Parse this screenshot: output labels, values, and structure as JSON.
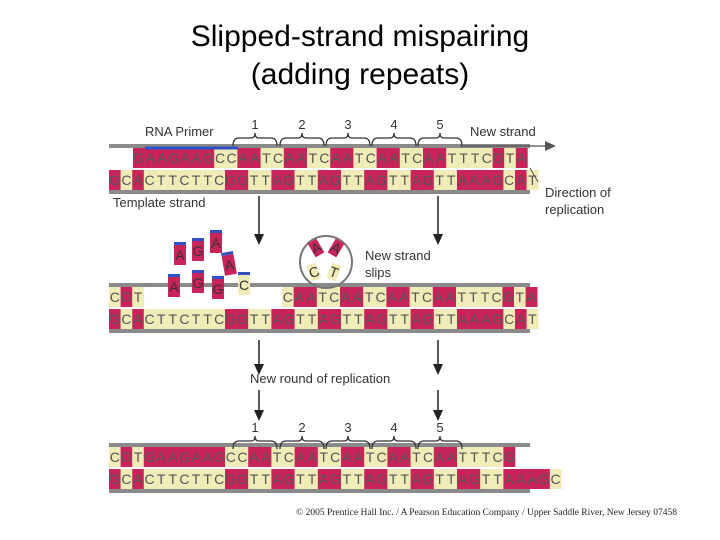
{
  "title": {
    "line1": "Slipped-strand mispairing",
    "line2": "(adding repeats)"
  },
  "labels": {
    "rna_primer": "RNA Primer",
    "new_strand": "New strand",
    "template_strand": "Template strand",
    "direction_line1": "Direction of",
    "direction_line2": "replication",
    "slips_line1": "New strand",
    "slips_line2": "slips",
    "new_round": "New round of replication"
  },
  "repeat_numbers": [
    "1",
    "2",
    "3",
    "4",
    "5"
  ],
  "panels": [
    {
      "name": "panel-1",
      "top": "GAAGAAGCCAATCAATCAATCAATCAATTTCGTA",
      "bottom": "GCACTTCTTCGGTTAGTTAGTTAGTTAGTTAAAGCAT"
    },
    {
      "name": "panel-2",
      "top": "CGT",
      "top_right": "CAATCAATCAATCAATTTCGTA",
      "bottom": "GCACTTCTTCGGTTAGTTAGTTAGTTAGTTAAAGCAT"
    },
    {
      "name": "panel-3",
      "top": "CGTGAAGAAGCCAATCAATCAATCAATCAATTTCG",
      "bottom": "GCACTTCTTCGGTTAGTTAGTTAGTTAGTTAGTTAAAGC"
    }
  ],
  "free_bases": [
    "A",
    "G",
    "A",
    "A",
    "A",
    "G",
    "G",
    "C"
  ],
  "loop_bases": [
    "A",
    "A",
    "C",
    "T"
  ],
  "colors": {
    "pyrimidine_cell": "#f0ecb8",
    "purine_cell": "#c8245a",
    "backbone": "#8a8a8a",
    "primer": "#3050c8",
    "arrow": "#222222"
  },
  "credit": "© 2005 Prentice Hall Inc. / A Pearson Education Company / Upper Saddle River, New Jersey 07458"
}
